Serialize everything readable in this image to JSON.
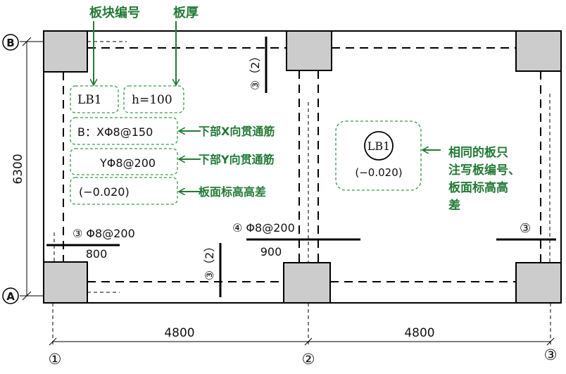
{
  "colors": {
    "annotation": "#237a35",
    "column": "#cccccc",
    "line": "#000000"
  },
  "axes": {
    "rows": [
      "B",
      "A"
    ],
    "cols": [
      "①",
      "②",
      "③"
    ],
    "span_y": "6300",
    "span_x": [
      "4800",
      "4800"
    ]
  },
  "callouts": {
    "slab_number": "板块编号",
    "thickness": "板厚",
    "bottom_x": "下部X向贯通筋",
    "bottom_y": "下部Y向贯通筋",
    "elevation": "板面标高高差",
    "same_slab": [
      "相同的板只",
      "注写板编号、",
      "板面标高高",
      "差"
    ]
  },
  "slab_label": {
    "code": "LB1",
    "thickness": "h=100",
    "x_rebar": "B：XΦ8@150",
    "y_rebar": "YΦ8@200",
    "elevation": "(−0.020)"
  },
  "slab_label_2": {
    "code": "LB1",
    "elevation": "(−0.020)"
  },
  "rebars": {
    "r1_label": "③ Φ8@200",
    "r1_len": "800",
    "r2_label": "④ Φ8@200",
    "r2_len": "900",
    "r3_label": "③",
    "v1_label": "③（2）",
    "v2_label": "③（2）"
  }
}
